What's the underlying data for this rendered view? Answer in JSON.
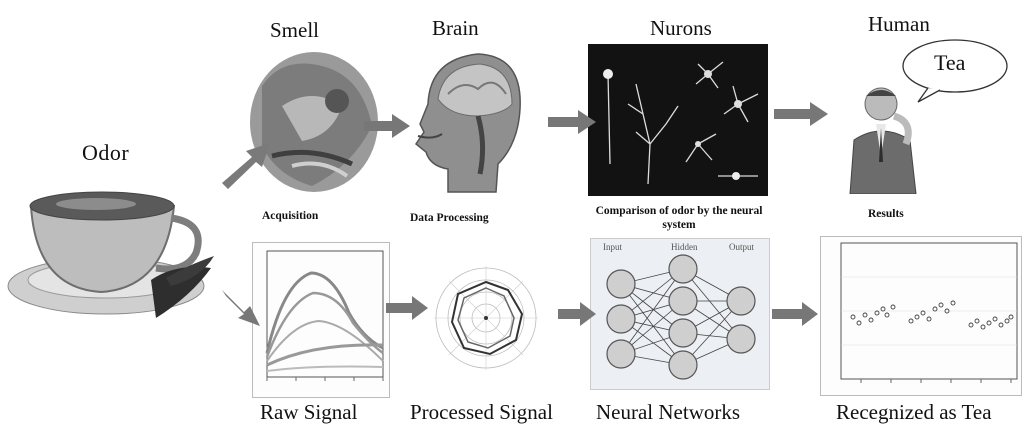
{
  "odor_label": "Odor",
  "top_labels": {
    "smell": "Smell",
    "brain": "Brain",
    "neurons": "Nurons",
    "human": "Human"
  },
  "speech_bubble": "Tea",
  "middle_labels": {
    "acquisition": "Acquisition",
    "data_processing": "Data Processing",
    "comparison": "Comparison of odor by the neural system",
    "results": "Results"
  },
  "bottom_labels": {
    "raw_signal": "Raw Signal",
    "processed_signal": "Processed Signal",
    "neural_networks": "Neural Networks",
    "recognized": "Recegnized as Tea"
  },
  "neural_network_layers": {
    "input": "Input",
    "hidden": "Hidden",
    "output": "Output"
  },
  "arrow_color": "#777777"
}
